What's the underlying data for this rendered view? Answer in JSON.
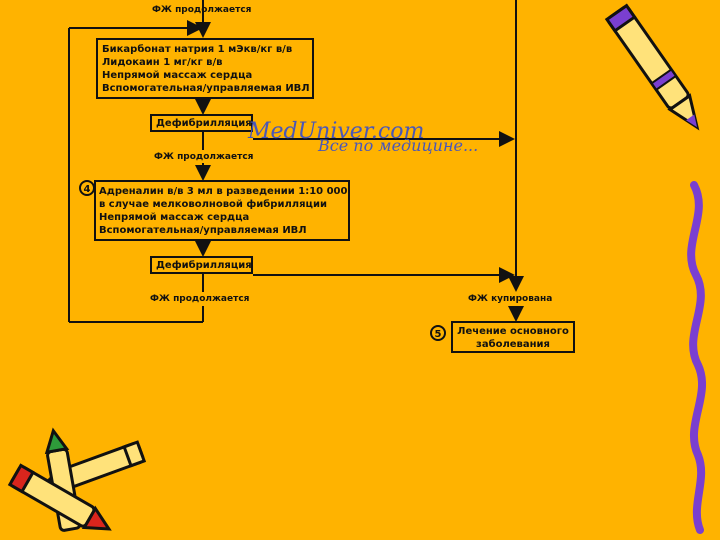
{
  "flow": {
    "top_label": "ФЖ продолжается",
    "drugs_box": {
      "lines": [
        "Бикарбонат натрия 1 мЭкв/кг в/в",
        "Лидокаин 1 мг/кг в/в",
        "Непрямой массаж сердца",
        "Вспомогательная/управляемая ИВЛ"
      ]
    },
    "defib_1": "Дефибрилляция",
    "label_2": "ФЖ продолжается",
    "step_4": "4",
    "adrenaline_box": {
      "lines": [
        "Адреналин в/в 3 мл в разведении 1:10 000",
        "в случае мелковолновой фибрилляции",
        "Непрямой массаж сердца",
        "Вспомогательная/управляемая ИВЛ"
      ]
    },
    "defib_2": "Дефибрилляция",
    "label_3": "ФЖ продолжается",
    "label_stopped": "ФЖ купирована",
    "step_5": "5",
    "treatment_box": {
      "lines": [
        "Лечение основного",
        "заболевания"
      ]
    }
  },
  "watermark": {
    "line1": "MedUniver.com",
    "line2": "Все по медицине..."
  },
  "colors": {
    "background": "#FFB300",
    "line": "#111111",
    "watermark": "#4A57B8",
    "crayon_purple": "#7A3FD0",
    "crayon_red": "#D9251D",
    "crayon_green": "#2E9B3A"
  }
}
